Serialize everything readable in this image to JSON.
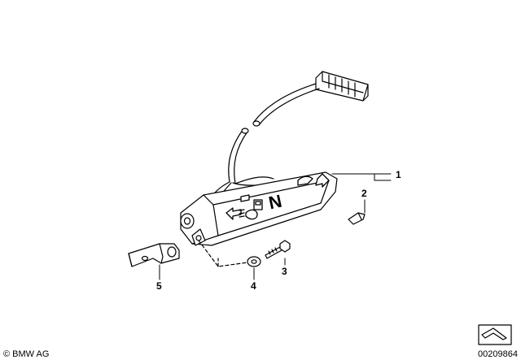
{
  "footer": {
    "copyright": "© BMW AG",
    "diagram_number": "00209864"
  },
  "parts": [
    {
      "number": "1"
    },
    {
      "number": "2"
    },
    {
      "number": "3"
    },
    {
      "number": "4"
    },
    {
      "number": "5"
    }
  ],
  "switch_panel": {
    "gear_letter": "N"
  }
}
